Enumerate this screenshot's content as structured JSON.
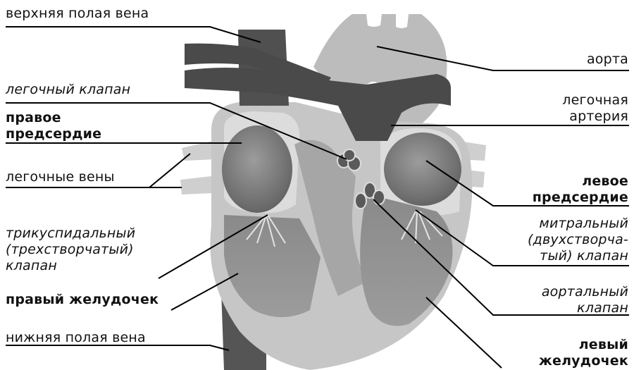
{
  "labels": {
    "svc": "верхняя полая вена",
    "aorta": "аорта",
    "pulm_valve": "легочный клапан",
    "pulm_artery_1": "легочная",
    "pulm_artery_2": "артерия",
    "right_atrium_1": "правое",
    "right_atrium_2": "предсердие",
    "pulm_veins": "легочные вены",
    "left_atrium_1": "левое",
    "left_atrium_2": "предсердие",
    "mitral_1": "митральный",
    "mitral_2": "(двухстворча-",
    "mitral_3": "тый) клапан",
    "tricuspid_1": "трикуспидальный",
    "tricuspid_2": "(трехстворчатый)",
    "tricuspid_3": "клапан",
    "right_ventricle": "правый желудочек",
    "aortic_valve_1": "аортальный",
    "aortic_valve_2": "клапан",
    "ivc": "нижняя полая вена",
    "left_ventricle_1": "левый",
    "left_ventricle_2": "желудочек"
  },
  "colors": {
    "background": "#ffffff",
    "heart_light": "#c4c4c4",
    "heart_mid": "#9a9a9a",
    "heart_dark": "#6c6c6c",
    "vessel_dark": "#4b4b4b",
    "leader_line": "#000000"
  }
}
